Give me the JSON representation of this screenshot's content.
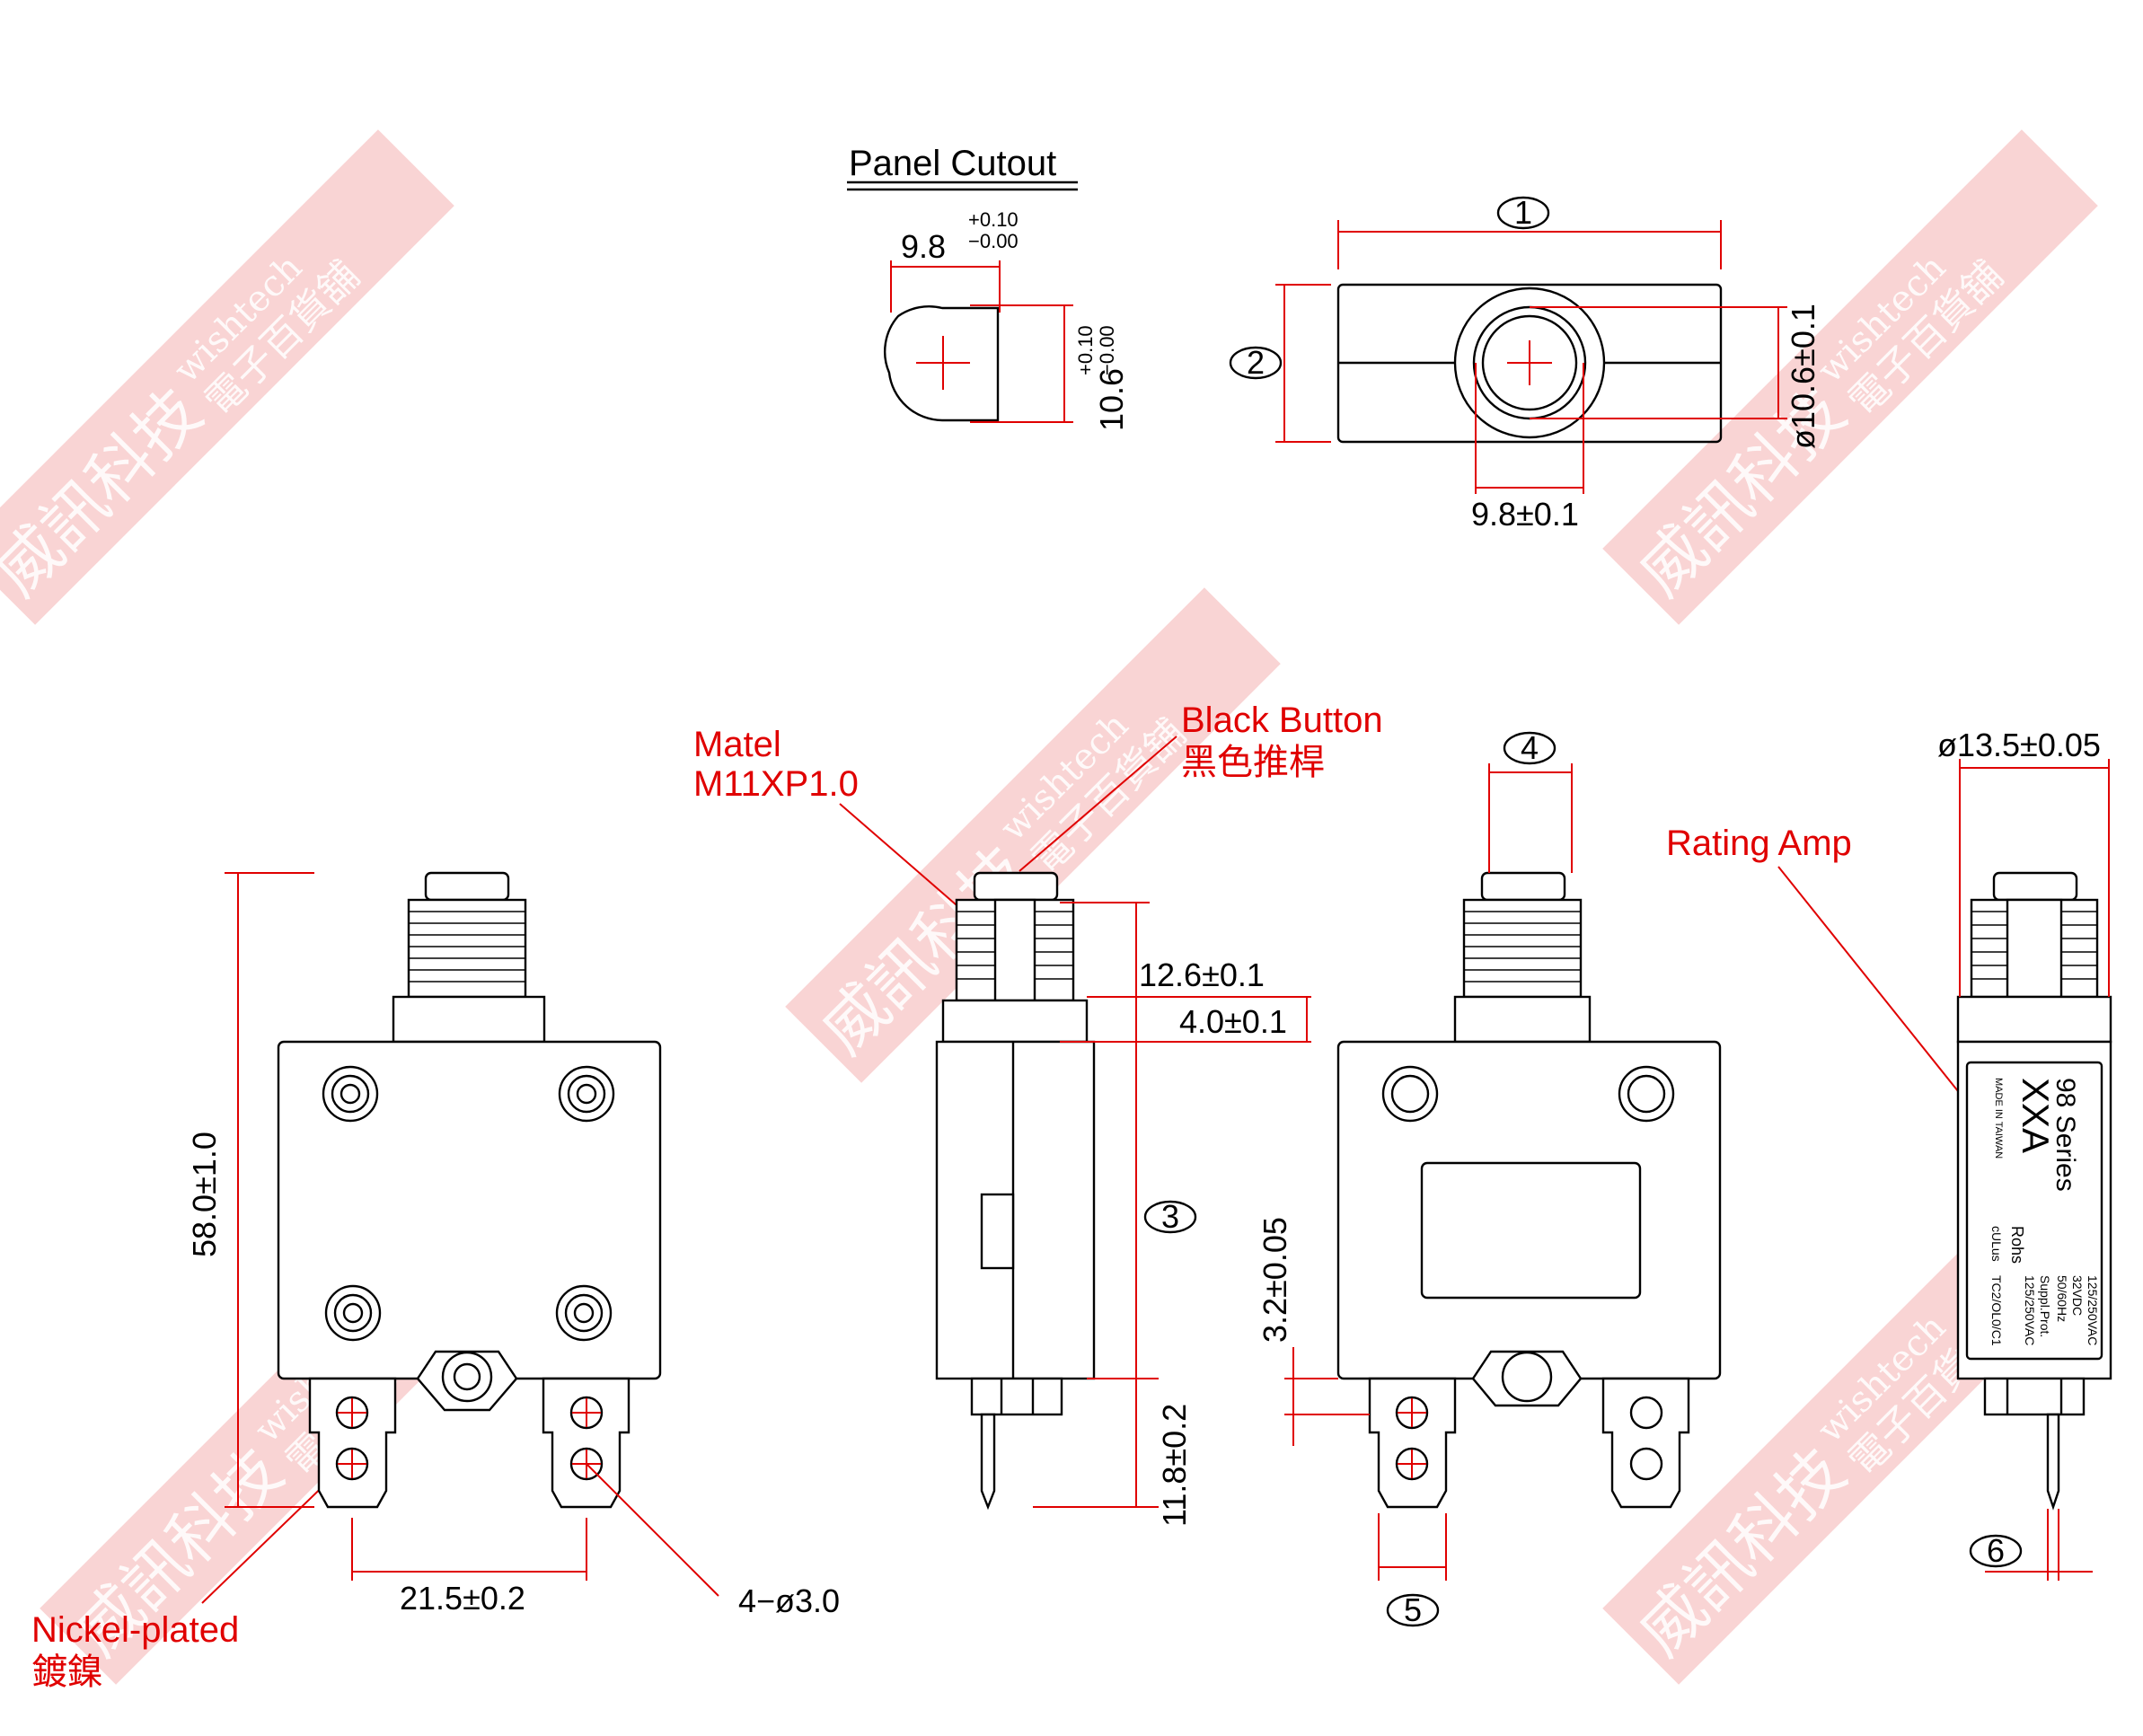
{
  "panel_cutout": {
    "title": "Panel Cutout",
    "width_nominal": "9.8",
    "tol_plus": "+0.10",
    "tol_minus": "−0.00",
    "height_label": "10.6",
    "height_tol_plus": "+0.10",
    "height_tol_minus": "−0.00"
  },
  "top_view": {
    "circle_1": "1",
    "circle_2": "2",
    "diameter": "ø10.6±0.1",
    "width": "9.8±0.1"
  },
  "callouts": {
    "matel_line1": "Matel",
    "matel_line2": "M11XP1.0",
    "black_button_en": "Black Button",
    "black_button_zh": "黑色推桿",
    "rating_amp": "Rating Amp",
    "nickel_en": "Nickel-plated",
    "nickel_zh": "鍍鎳"
  },
  "front_view": {
    "height": "58.0±1.0",
    "pitch": "21.5±0.2",
    "holes": "4−ø3.0"
  },
  "side_view": {
    "thread_len": "12.6±0.1",
    "flange": "4.0±0.1",
    "body_circle": "3",
    "terminal_len": "11.8±0.2"
  },
  "rear_view": {
    "circle_4": "4",
    "circle_5": "5",
    "gap": "3.2±0.05"
  },
  "label_view": {
    "diameter": "ø13.5±0.05",
    "circle_6": "6",
    "series": "98 Series",
    "amp": "XXA",
    "made_in": "MADE IN TAIWAN",
    "rohs": "Rohs",
    "ul": "cULus",
    "rating1": "125/250VAC",
    "rating2": "32VDC",
    "rating3": "50/60Hz",
    "suppl": "Suppl.Prot.",
    "rating4": "125/250VAC",
    "tc": "TC2/OL0/C1"
  },
  "watermark": {
    "line1": "威訊科技",
    "line2": "電子百貨舖",
    "line3": "wishtech"
  },
  "colors": {
    "dimension": "#e00000",
    "outline": "#000000",
    "watermark": "#eb7878"
  }
}
